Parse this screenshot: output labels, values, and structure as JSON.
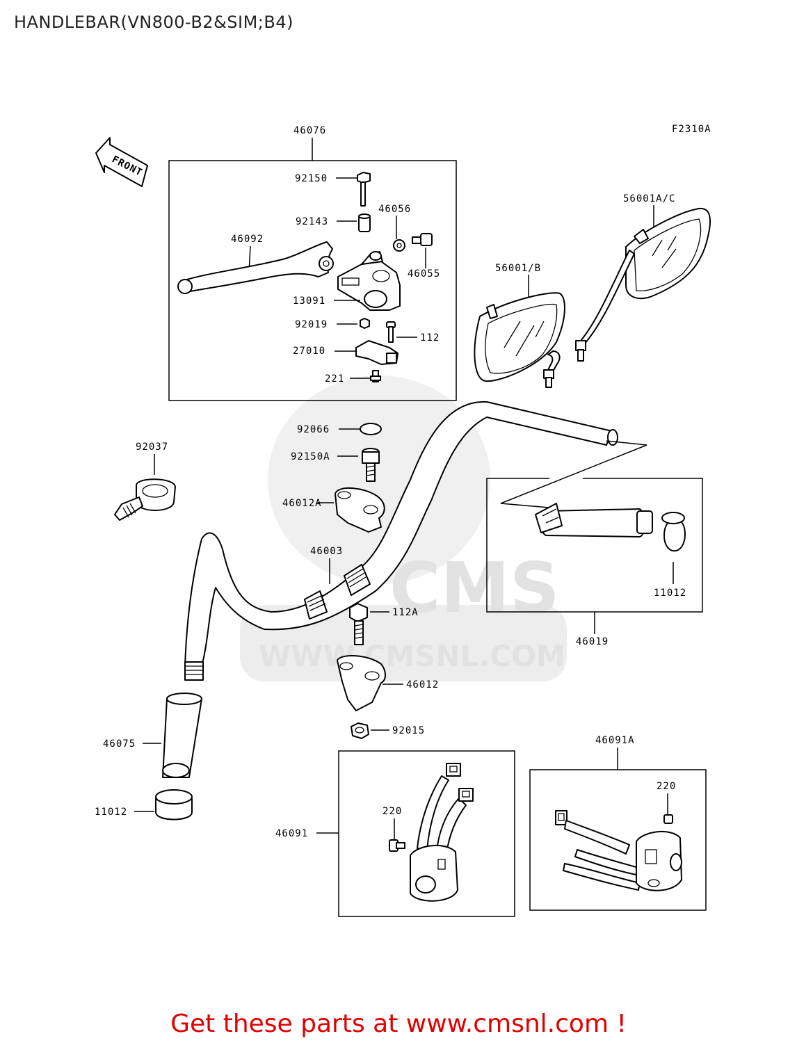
{
  "title": "HANDLEBAR(VN800-B2&SIM;B4)",
  "diagram_code": "F2310A",
  "front_arrow_label": "FRONT",
  "watermark": {
    "logo_text": "CMS",
    "url_text": "WWW.CMSNL.COM"
  },
  "parts": {
    "p46076": "46076",
    "p92150": "92150",
    "p92143": "92143",
    "p46056": "46056",
    "p46092": "46092",
    "p46055": "46055",
    "p13091": "13091",
    "p92019": "92019",
    "p112": "112",
    "p27010": "27010",
    "p221": "221",
    "p56001AC": "56001A/C",
    "p56001B": "56001/B",
    "p92066": "92066",
    "p92037": "92037",
    "p92150A": "92150A",
    "p46012A": "46012A",
    "p46003": "46003",
    "p11012a": "11012",
    "p46019": "46019",
    "p112A": "112A",
    "p46012": "46012",
    "p92015": "92015",
    "p46075": "46075",
    "p11012b": "11012",
    "p46091A": "46091A",
    "p220a": "220",
    "p220b": "220",
    "p46091": "46091"
  },
  "footer": "Get these parts at www.cmsnl.com !",
  "colors": {
    "footer": "#e00000",
    "watermark": "#e6e6e6",
    "lines": "#000000"
  }
}
